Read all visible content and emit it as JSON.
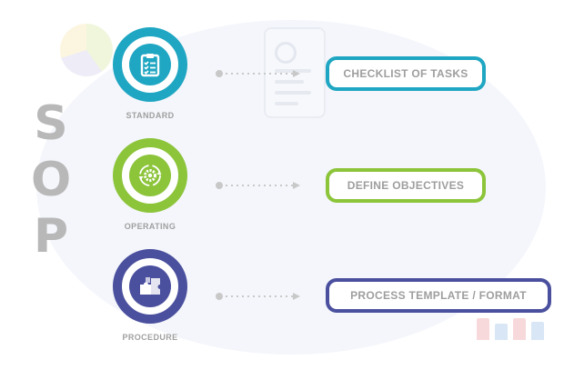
{
  "letters": [
    "S",
    "O",
    "P"
  ],
  "steps": [
    {
      "caption": "STANDARD",
      "box_label": "CHECKLIST OF TASKS",
      "color": "#1fa6c2",
      "icon": "clipboard-checklist-icon"
    },
    {
      "caption": "OPERATING",
      "box_label": "DEFINE OBJECTIVES",
      "color": "#8cc43a",
      "icon": "gear-cycle-icon"
    },
    {
      "caption": "PROCEDURE",
      "box_label": "PROCESS TEMPLATE / FORMAT",
      "color": "#4a4f9e",
      "icon": "puzzle-icon"
    }
  ],
  "colors": {
    "letter_gray": "#b8b8b8",
    "caption_gray": "#a0a0a0",
    "connector_gray": "#c8c8c8",
    "label_gray": "#9e9e9e"
  }
}
